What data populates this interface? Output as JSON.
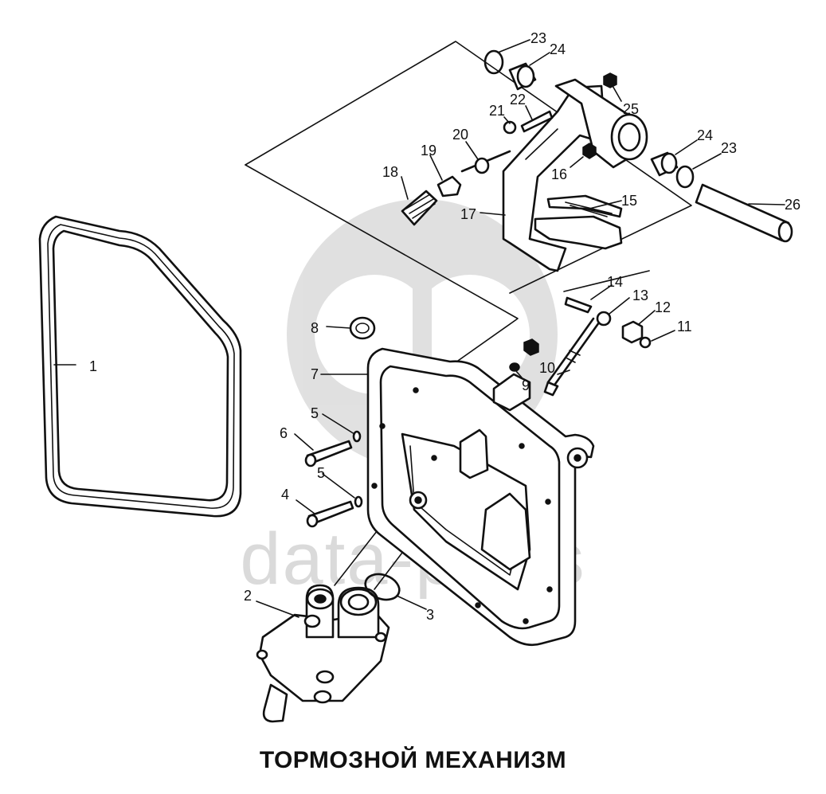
{
  "title": "ТОРМОЗНОЙ МЕХАНИЗМ",
  "watermark": {
    "text": "data-parts",
    "color": "#bdbdbd"
  },
  "callouts": [
    "1",
    "2",
    "3",
    "4",
    "5",
    "5",
    "6",
    "7",
    "8",
    "9",
    "10",
    "11",
    "12",
    "13",
    "14",
    "15",
    "16",
    "17",
    "18",
    "19",
    "20",
    "21",
    "22",
    "23",
    "23",
    "24",
    "24",
    "25",
    "26"
  ]
}
